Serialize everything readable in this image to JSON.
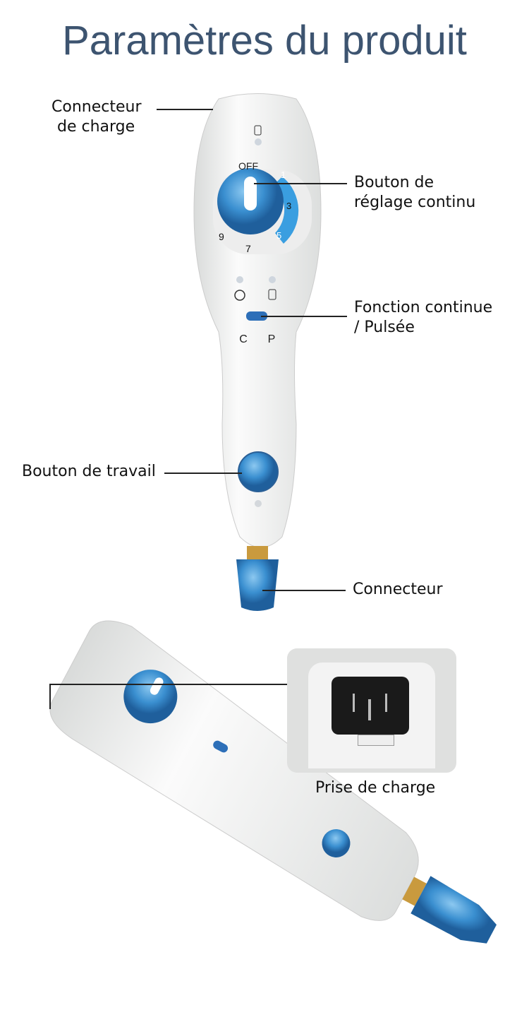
{
  "title": "Paramètres du produit",
  "labels": {
    "charging_connector": [
      "Connecteur",
      "de charge"
    ],
    "dial": [
      "Bouton de",
      "réglage continu"
    ],
    "mode_switch": [
      "Fonction continue",
      "/ Pulsée"
    ],
    "work_button": "Bouton de travail",
    "connector": "Connecteur",
    "charging_port": "Prise de charge"
  },
  "device": {
    "dial_off": "OFF",
    "dial_numbers": [
      "1",
      "3",
      "5",
      "7",
      "9"
    ],
    "switch_c": "C",
    "switch_p": "P"
  },
  "colors": {
    "title": "#3d5470",
    "accent_blue": "#3a8fd0",
    "body": "#f2f3f2"
  }
}
